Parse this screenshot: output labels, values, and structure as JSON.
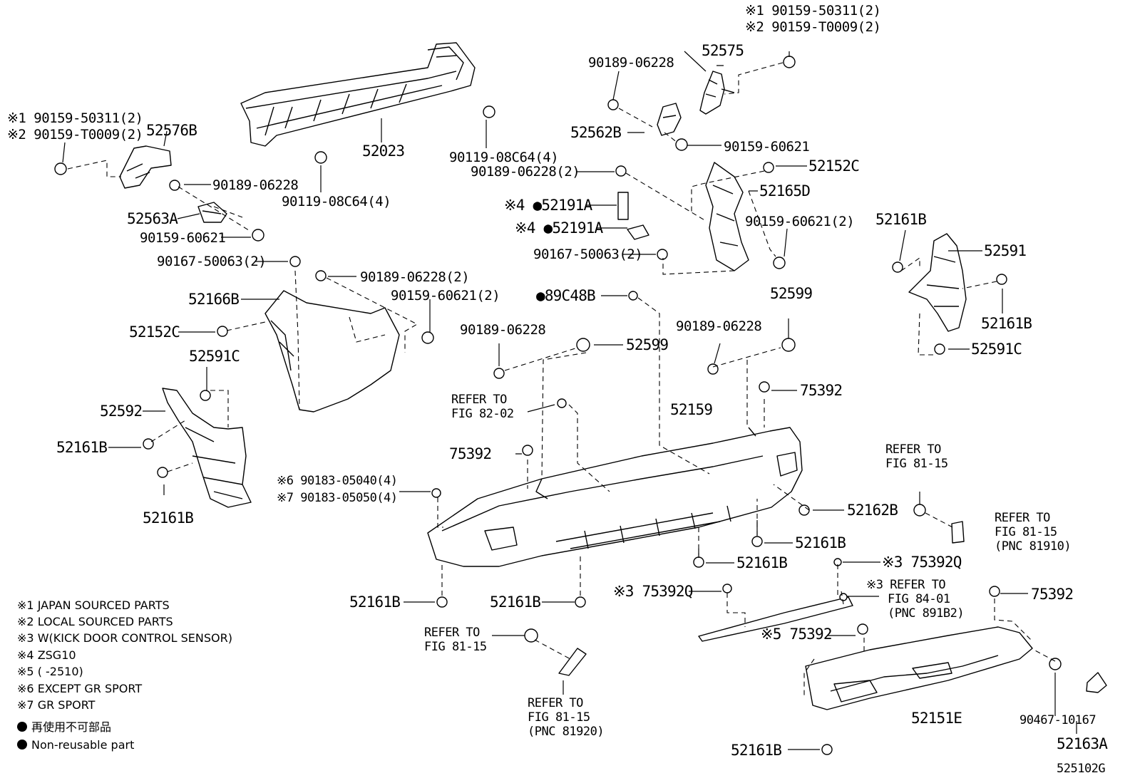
{
  "diagram": {
    "drawing_code": "525102G",
    "legend": [
      {
        "mark": "※1",
        "text": "JAPAN SOURCED PARTS"
      },
      {
        "mark": "※2",
        "text": "LOCAL SOURCED PARTS"
      },
      {
        "mark": "※3",
        "text": "W(KICK DOOR CONTROL SENSOR)"
      },
      {
        "mark": "※4",
        "text": "ZSG10"
      },
      {
        "mark": "※5",
        "text": "(        -2510)"
      },
      {
        "mark": "※6",
        "text": "EXCEPT GR SPORT"
      },
      {
        "mark": "※7",
        "text": "GR SPORT"
      },
      {
        "mark": "●",
        "text": "再使用不可部品"
      },
      {
        "mark": "●",
        "text": "Non-reusable part"
      }
    ],
    "labels": [
      {
        "id": "l01",
        "text": "※1 90159-50311(2)"
      },
      {
        "id": "l02",
        "text": "※2 90159-T0009(2)"
      },
      {
        "id": "l03",
        "text": "52575"
      },
      {
        "id": "l04",
        "text": "90189-06228"
      },
      {
        "id": "l05",
        "text": "52562B"
      },
      {
        "id": "l06",
        "text": "90159-60621"
      },
      {
        "id": "l07",
        "text": "90189-06228(2)"
      },
      {
        "id": "l08",
        "text": "52152C"
      },
      {
        "id": "l09",
        "text": "52165D"
      },
      {
        "id": "l10",
        "text": "※4 ●52191A"
      },
      {
        "id": "l11",
        "text": "※4 ●52191A"
      },
      {
        "id": "l12",
        "text": "90159-60621(2)"
      },
      {
        "id": "l13",
        "text": "90167-50063(2)"
      },
      {
        "id": "l14",
        "text": "52023"
      },
      {
        "id": "l15",
        "text": "90119-08C64(4)"
      },
      {
        "id": "l16",
        "text": "90119-08C64(4)"
      },
      {
        "id": "l17",
        "text": "※1 90159-50311(2)"
      },
      {
        "id": "l18",
        "text": "※2 90159-T0009(2)"
      },
      {
        "id": "l19",
        "text": "52576B"
      },
      {
        "id": "l20",
        "text": "90189-06228"
      },
      {
        "id": "l21",
        "text": "52563A"
      },
      {
        "id": "l22",
        "text": "90159-60621"
      },
      {
        "id": "l23",
        "text": "90167-50063(2)"
      },
      {
        "id": "l24",
        "text": "90189-06228(2)"
      },
      {
        "id": "l25",
        "text": "90159-60621(2)"
      },
      {
        "id": "l26",
        "text": "52166B"
      },
      {
        "id": "l27",
        "text": "52152C"
      },
      {
        "id": "l28",
        "text": "52591C"
      },
      {
        "id": "l29",
        "text": "52592"
      },
      {
        "id": "l30",
        "text": "52161B"
      },
      {
        "id": "l31",
        "text": "52161B"
      },
      {
        "id": "l32",
        "text": "●89C48B"
      },
      {
        "id": "l33",
        "text": "52599"
      },
      {
        "id": "l34",
        "text": "90189-06228"
      },
      {
        "id": "l35",
        "text": "52599"
      },
      {
        "id": "l36",
        "text": "90189-06228"
      },
      {
        "id": "l37",
        "text": "52161B"
      },
      {
        "id": "l38",
        "text": "52591"
      },
      {
        "id": "l39",
        "text": "52161B"
      },
      {
        "id": "l40",
        "text": "52591C"
      },
      {
        "id": "l41",
        "text": "REFER TO"
      },
      {
        "id": "l42",
        "text": "FIG 82-02"
      },
      {
        "id": "l43",
        "text": "52159"
      },
      {
        "id": "l44",
        "text": "75392"
      },
      {
        "id": "l45",
        "text": "75392"
      },
      {
        "id": "l46",
        "text": "REFER TO"
      },
      {
        "id": "l47",
        "text": "FIG 81-15"
      },
      {
        "id": "l48",
        "text": "※6 90183-05040(4)"
      },
      {
        "id": "l49",
        "text": "※7 90183-05050(4)"
      },
      {
        "id": "l50",
        "text": "52162B"
      },
      {
        "id": "l51",
        "text": "REFER TO"
      },
      {
        "id": "l52",
        "text": "FIG 81-15"
      },
      {
        "id": "l53",
        "text": "(PNC 81910)"
      },
      {
        "id": "l54",
        "text": "52161B"
      },
      {
        "id": "l55",
        "text": "52161B"
      },
      {
        "id": "l56",
        "text": "※3 75392Q"
      },
      {
        "id": "l57",
        "text": "52161B"
      },
      {
        "id": "l58",
        "text": "52161B"
      },
      {
        "id": "l59",
        "text": "※3 75392Q"
      },
      {
        "id": "l60",
        "text": "※3 REFER TO"
      },
      {
        "id": "l61",
        "text": "FIG 84-01"
      },
      {
        "id": "l62",
        "text": "(PNC 891B2)"
      },
      {
        "id": "l63",
        "text": "75392"
      },
      {
        "id": "l64",
        "text": "REFER TO"
      },
      {
        "id": "l65",
        "text": "FIG 81-15"
      },
      {
        "id": "l66",
        "text": "※5 75392"
      },
      {
        "id": "l67",
        "text": "REFER TO"
      },
      {
        "id": "l68",
        "text": "FIG 81-15"
      },
      {
        "id": "l69",
        "text": "(PNC 81920)"
      },
      {
        "id": "l70",
        "text": "52151E"
      },
      {
        "id": "l71",
        "text": "90467-10167"
      },
      {
        "id": "l72",
        "text": "52161B"
      },
      {
        "id": "l73",
        "text": "52163A"
      }
    ]
  }
}
